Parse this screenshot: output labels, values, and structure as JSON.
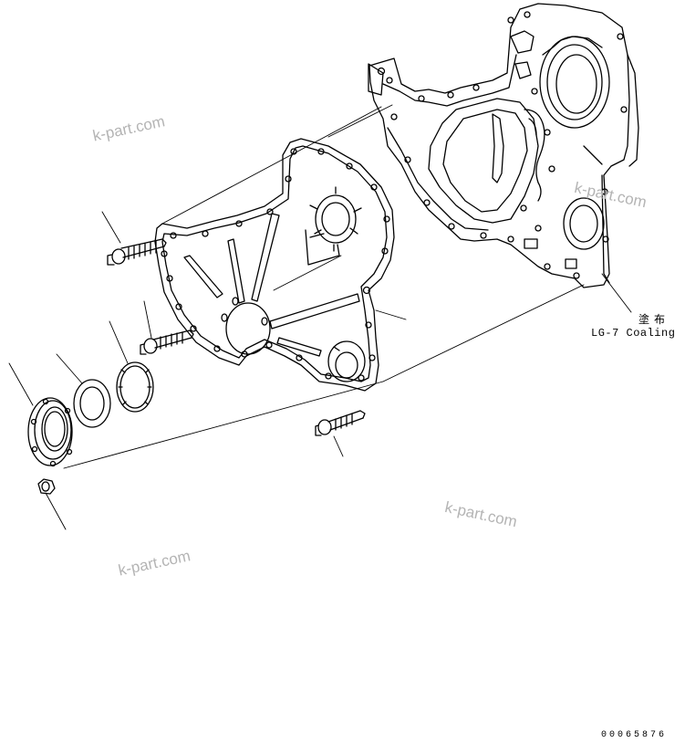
{
  "watermarks": [
    "k-part.com",
    "k-part.com",
    "k-part.com",
    "k-part.com"
  ],
  "callout": {
    "japanese": "塗布",
    "english": "LG-7 Coaling"
  },
  "reference_number": "00065876"
}
